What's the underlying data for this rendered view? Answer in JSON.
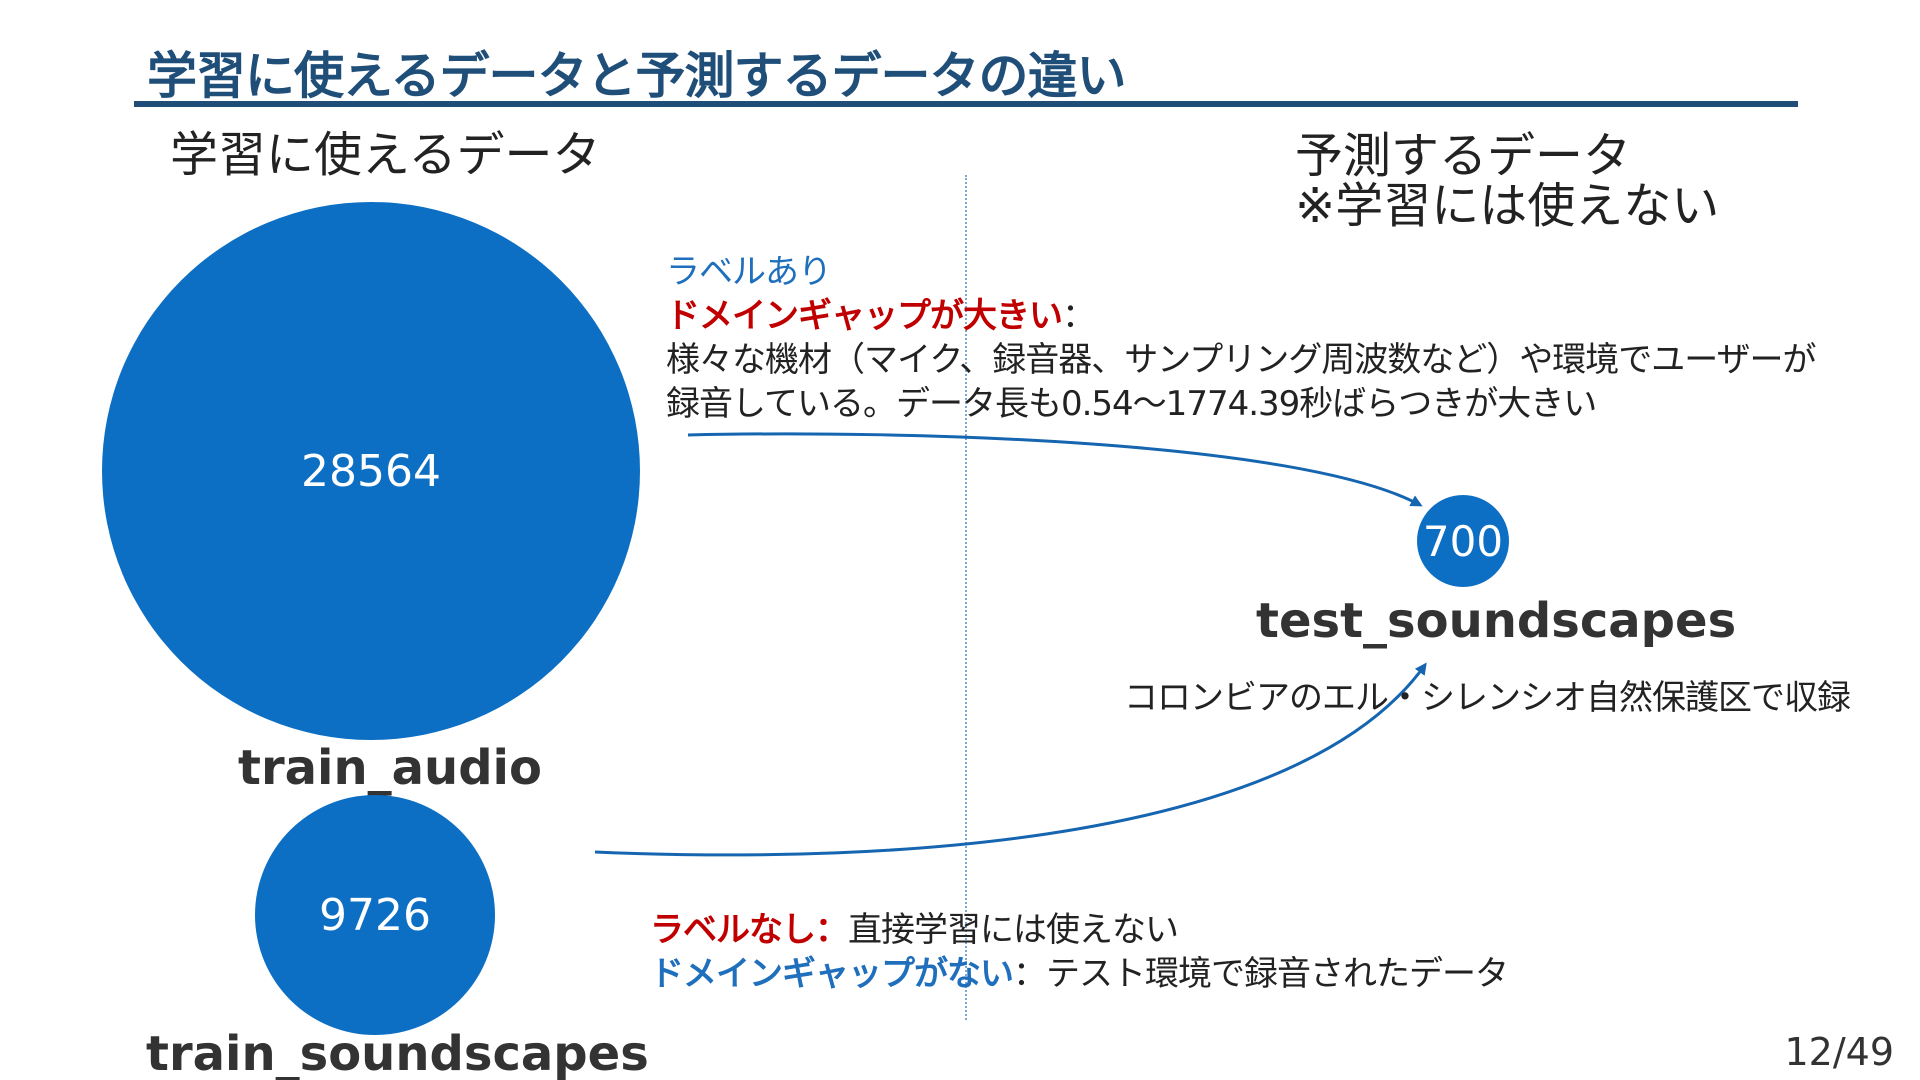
{
  "title": "学習に使えるデータと予測するデータの違い",
  "left_heading": "学習に使えるデータ",
  "right_heading_line1": "予測するデータ",
  "right_heading_line2": "※学習には使えない",
  "colors": {
    "title": "#1f4e79",
    "circle_fill": "#0d6fc4",
    "arrow": "#1565b0",
    "label_blue": "#1f6fbd",
    "label_red": "#c00000"
  },
  "datasets": {
    "train_audio": {
      "count": "28564",
      "name": "train_audio"
    },
    "train_soundscapes": {
      "count": "9726",
      "name": "train_soundscapes"
    },
    "test_soundscapes": {
      "count": "700",
      "name": "test_soundscapes"
    }
  },
  "notes": {
    "top": {
      "label_line": "ラベルあり",
      "gap_highlight": "ドメインギャップが大きい",
      "gap_suffix": "：",
      "desc_line1": "様々な機材（マイク、録音器、サンプリング周波数など）や環境でユーザーが",
      "desc_line2": "録音している。データ長も0.54～1774.39秒ばらつきが大きい"
    },
    "colombia": "コロンビアのエル・シレンシオ自然保護区で収録",
    "bottom": {
      "label_highlight": "ラベルなし：",
      "label_text": "直接学習には使えない",
      "gap_highlight": "ドメインギャップがない",
      "gap_text": "：テスト環境で録音されたデータ"
    }
  },
  "page_number": "12/49"
}
